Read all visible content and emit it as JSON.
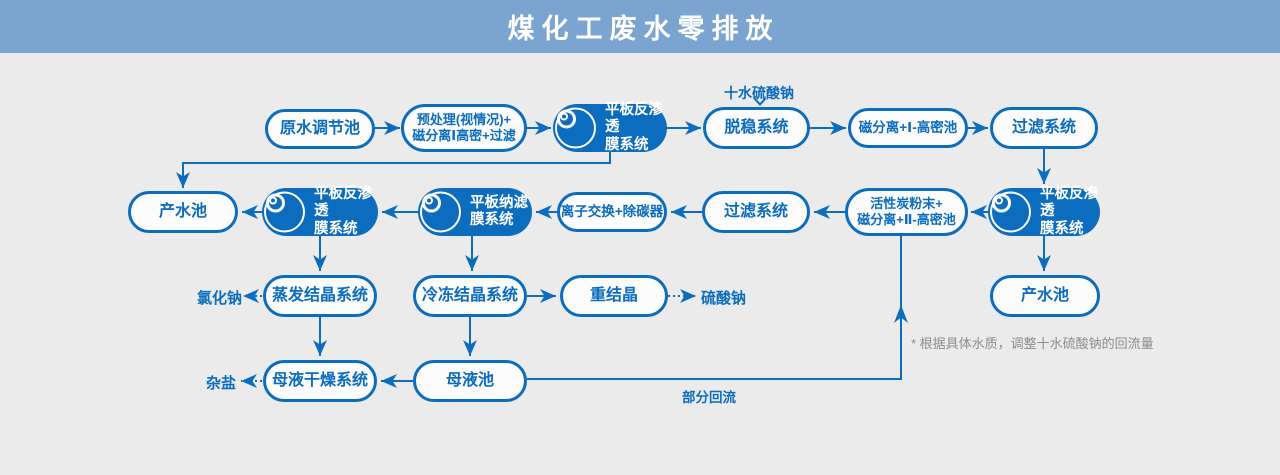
{
  "header": {
    "title": "煤化工废水零排放"
  },
  "nodes": {
    "raw_water_tank": {
      "label": "原水调节池"
    },
    "pretreatment": {
      "line1": "预处理(视情况)+",
      "line2": "磁分离Ⅰ高密+过滤"
    },
    "ro_membrane_1": {
      "line1": "平板反渗透",
      "line2": "膜系统"
    },
    "destabilization": {
      "label": "脱稳系统"
    },
    "magnetic_separation_1": {
      "label": "磁分离+Ⅰ-高密池"
    },
    "filtration_1": {
      "label": "过滤系统"
    },
    "product_water_1": {
      "label": "产水池"
    },
    "ro_membrane_2": {
      "line1": "平板反渗透",
      "line2": "膜系统"
    },
    "nanofiltration": {
      "line1": "平板纳滤",
      "line2": "膜系统"
    },
    "ion_exchange": {
      "label": "离子交换+除碳器"
    },
    "filtration_2": {
      "label": "过滤系统"
    },
    "activated_carbon": {
      "line1": "活性炭粉末+",
      "line2": "磁分离+Ⅱ-高密池"
    },
    "ro_membrane_3": {
      "line1": "平板反渗透",
      "line2": "膜系统"
    },
    "evaporation_cryst": {
      "label": "蒸发结晶系统"
    },
    "freezing_cryst": {
      "label": "冷冻结晶系统"
    },
    "recrystallization": {
      "label": "重结晶"
    },
    "product_water_2": {
      "label": "产水池"
    },
    "mother_liquor_drying": {
      "label": "母液干燥系统"
    },
    "mother_liquor_tank": {
      "label": "母液池"
    }
  },
  "labels": {
    "sodium_sulfate_decahydrate": "十水硫酸钠",
    "sodium_chloride": "氯化钠",
    "sodium_sulfate": "硫酸钠",
    "miscellaneous_salt": "杂盐",
    "partial_reflux": "部分回流",
    "footnote": "* 根据具体水质，调整十水硫酸钠的回流量"
  },
  "colors": {
    "accent_blue": "#0c6cbe",
    "header_background": "#7ba5d0",
    "canvas_background": "#ebebec",
    "footnote_gray": "#8c8c8c"
  }
}
